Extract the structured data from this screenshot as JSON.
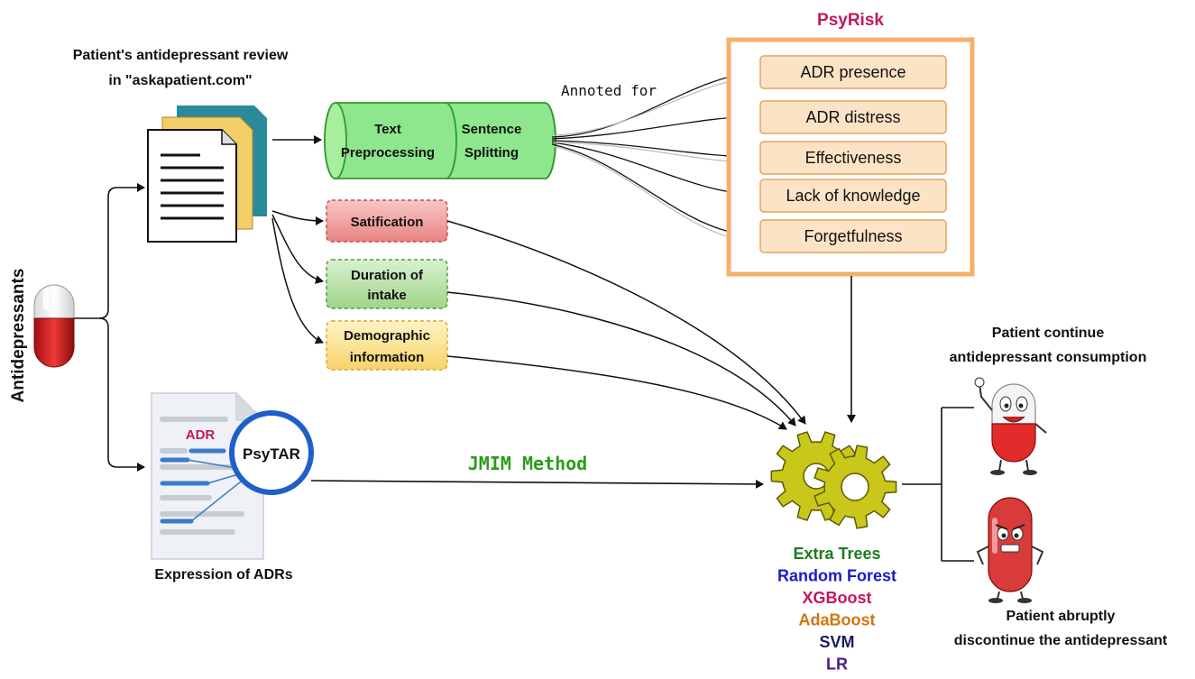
{
  "left_label": "Antidepressants",
  "review": {
    "title_line1": "Patient's antidepressant review",
    "title_line2": "in \"askapatient.com\""
  },
  "pipeline": {
    "stage1_line1": "Text",
    "stage1_line2": "Preprocessing",
    "stage2_line1": "Sentence",
    "stage2_line2": "Splitting",
    "annot": "Annoted for"
  },
  "psyrisk": {
    "title": "PsyRisk",
    "items": [
      "ADR presence",
      "ADR distress",
      "Effectiveness",
      "Lack of knowledge",
      "Forgetfulness"
    ]
  },
  "features": {
    "satisfaction": "Satification",
    "duration_line1": "Duration of",
    "duration_line2": "intake",
    "demo_line1": "Demographic",
    "demo_line2": "information"
  },
  "psytar": {
    "adr": "ADR",
    "name": "PsyTAR",
    "caption": "Expression of ADRs"
  },
  "method": "JMIM Method",
  "models": [
    {
      "name": "Extra Trees",
      "color": "#1e7a1e"
    },
    {
      "name": "Random Forest",
      "color": "#1a1acc"
    },
    {
      "name": "XGBoost",
      "color": "#c2185b"
    },
    {
      "name": "AdaBoost",
      "color": "#d4740e"
    },
    {
      "name": "SVM",
      "color": "#1a1a66"
    },
    {
      "name": "LR",
      "color": "#4a1a8a"
    }
  ],
  "outcomes": {
    "continue_line1": "Patient continue",
    "continue_line2": "antidepressant consumption",
    "stop_line1": "Patient abruptly",
    "stop_line2": "discontinue the antidepressant"
  },
  "colors": {
    "psyrisk_border": "#f5b06a",
    "psyrisk_title": "#c2185b",
    "item_fill": "#fde3c6",
    "item_border": "#e6a45a",
    "pipe_fill": "#8ee68e",
    "pipe_border": "#2e9a2e",
    "gear": "#c9c81a",
    "method": "#2e9a1e",
    "psytar_ring": "#1f5fc9",
    "adr_text": "#c2185b"
  }
}
